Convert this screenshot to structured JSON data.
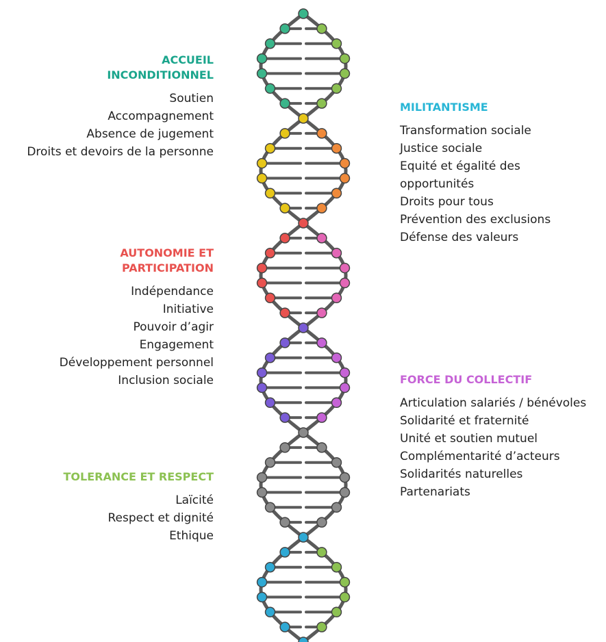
{
  "groups": {
    "accueil": {
      "color": "#1aa58c",
      "heading": [
        "ACCUEIL",
        "INCONDITIONNEL"
      ],
      "items": [
        "Soutien",
        "Accompagnement",
        "Absence de jugement",
        "Droits et devoirs de la personne"
      ]
    },
    "autonomie": {
      "color": "#e8524f",
      "heading": [
        "AUTONOMIE ET",
        "PARTICIPATION"
      ],
      "items": [
        "Indépendance",
        "Initiative",
        "Pouvoir d’agir",
        "Engagement",
        "Développement personnel",
        "Inclusion sociale"
      ]
    },
    "tolerance": {
      "color": "#8cc152",
      "heading": [
        "TOLERANCE ET RESPECT"
      ],
      "items": [
        "Laïcité",
        "Respect et dignité",
        "Ethique"
      ]
    },
    "militantisme": {
      "color": "#29b6d6",
      "heading": [
        "MILITANTISME"
      ],
      "items": [
        "Transformation sociale",
        "Justice sociale",
        "Equité et égalité des",
        "opportunités",
        "Droits pour tous",
        "Prévention des exclusions",
        "Défense des valeurs"
      ]
    },
    "collectif": {
      "color": "#c663d6",
      "heading": [
        "FORCE DU COLLECTIF"
      ],
      "items": [
        "Articulation salariés / bénévoles",
        "Solidarité et fraternité",
        "Unité et soutien mutuel",
        "Complémentarité d’acteurs",
        "Solidarités naturelles",
        "Partenariats"
      ]
    }
  },
  "helix": {
    "strand_color": "#5a5a5a",
    "node_outline": "#444444",
    "segments": [
      {
        "left_color": "#3ab58a",
        "right_color": "#8cc152"
      },
      {
        "left_color": "#e7c619",
        "right_color": "#f08a3a"
      },
      {
        "left_color": "#e8524f",
        "right_color": "#e366b6"
      },
      {
        "left_color": "#7a5cd6",
        "right_color": "#c663d6"
      },
      {
        "left_color": "#8a8a8a",
        "right_color": "#8a8a8a"
      },
      {
        "left_color": "#2fa9d4",
        "right_color": "#8cc152"
      }
    ]
  }
}
